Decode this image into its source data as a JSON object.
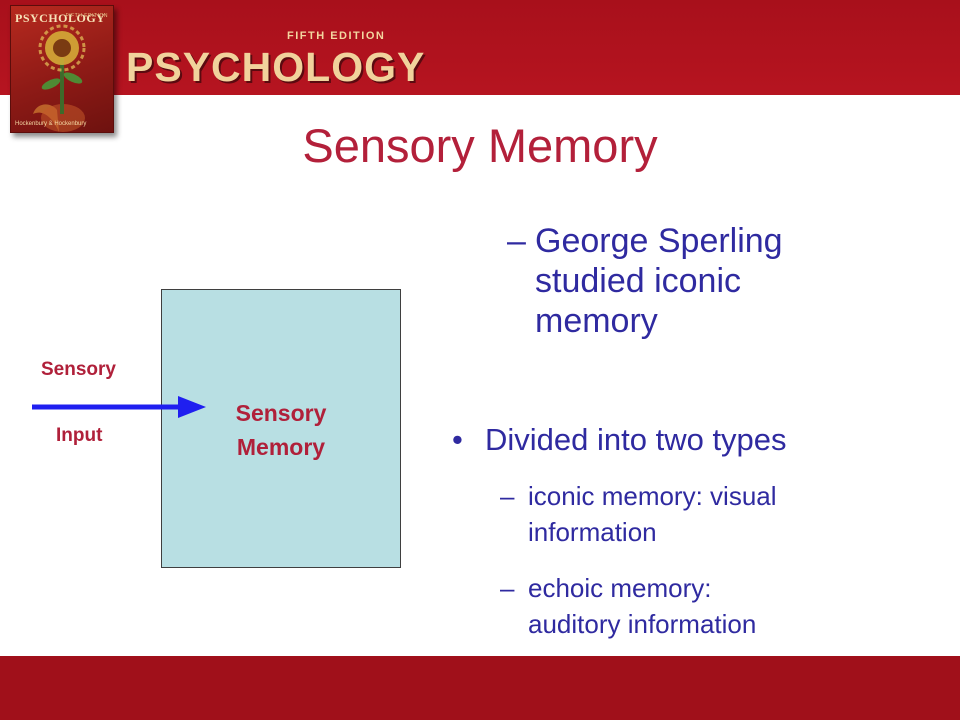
{
  "header": {
    "cover": {
      "title": "PSYCHOLOGY",
      "subtitle": "FIFTH EDITION",
      "authors": "Hockenbury & Hockenbury"
    },
    "edition": "FIFTH EDITION",
    "brand": "PSYCHOLOGY"
  },
  "slide": {
    "title": "Sensory Memory",
    "sperling": {
      "dash": "–",
      "lines": [
        "George Sperling",
        "studied iconic",
        "memory"
      ]
    },
    "bullet": {
      "symbol": "•",
      "text": "Divided into two types"
    },
    "subitems": [
      {
        "dash": "–",
        "lines": [
          "iconic memory: visual",
          "information"
        ]
      },
      {
        "dash": "–",
        "lines": [
          "echoic memory:",
          "auditory information"
        ]
      }
    ]
  },
  "diagram": {
    "box_label_1": "Sensory",
    "box_label_2": "Memory",
    "input_label_1": "Sensory",
    "input_label_2": "Input"
  },
  "colors": {
    "header_red": "#a8101b",
    "title_color": "#b3203a",
    "body_text": "#2f2aa0",
    "box_fill": "#b8dfe3",
    "arrow_blue": "#1f1ff0"
  }
}
